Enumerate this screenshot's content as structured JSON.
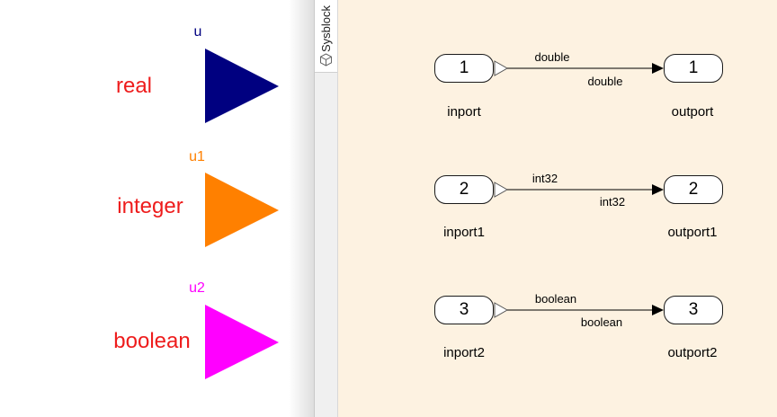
{
  "left_panel": {
    "connectors": [
      {
        "port_label": "u",
        "type_label": "real",
        "color": "#000080"
      },
      {
        "port_label": "u1",
        "type_label": "integer",
        "color": "#ff8000"
      },
      {
        "port_label": "u2",
        "type_label": "boolean",
        "color": "#ff00ff"
      }
    ],
    "type_label_color": "#ee1c1c"
  },
  "sidebar": {
    "tab_label": "Sysblock",
    "tab_icon": "cube-icon"
  },
  "diagram": {
    "background_color": "#fdf2e1",
    "rows": [
      {
        "inport": {
          "number": "1",
          "name": "inport"
        },
        "outport": {
          "number": "1",
          "name": "outport"
        },
        "signal": {
          "source_type": "double",
          "dest_type": "double"
        }
      },
      {
        "inport": {
          "number": "2",
          "name": "inport1"
        },
        "outport": {
          "number": "2",
          "name": "outport1"
        },
        "signal": {
          "source_type": "int32",
          "dest_type": "int32"
        }
      },
      {
        "inport": {
          "number": "3",
          "name": "inport2"
        },
        "outport": {
          "number": "3",
          "name": "outport2"
        },
        "signal": {
          "source_type": "boolean",
          "dest_type": "boolean"
        }
      }
    ]
  }
}
